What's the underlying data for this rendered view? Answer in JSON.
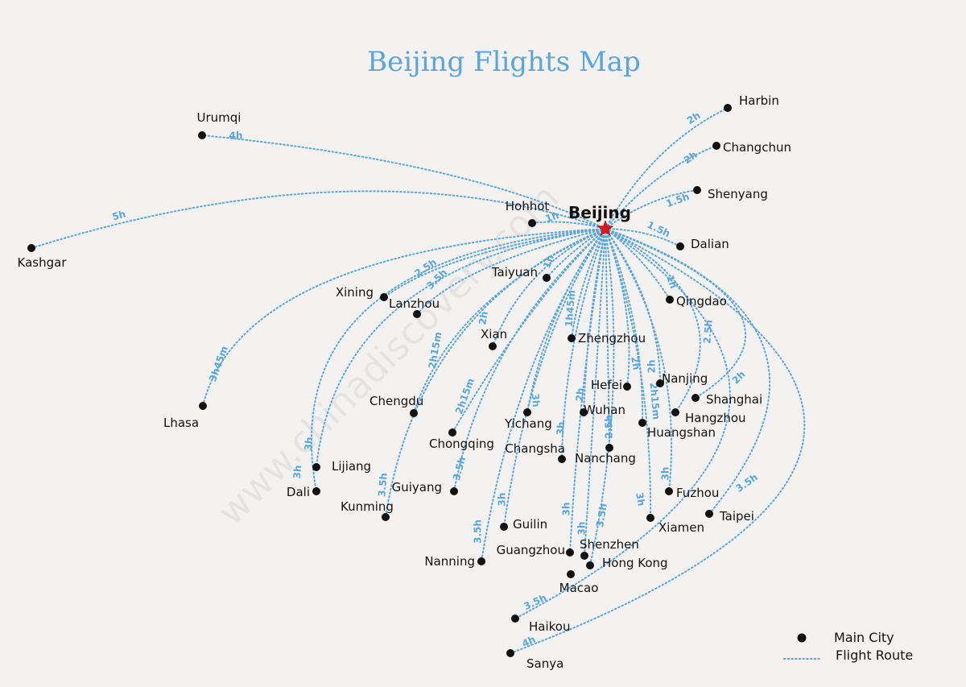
{
  "title": "Beijing Flights Map",
  "watermark": "www.chinadiscovery.com",
  "legend": {
    "main_city": "Main City",
    "flight_route": "Flight Route"
  },
  "colors": {
    "route": "#5aa6dc",
    "duration": "#5aa6dc",
    "city": "#111111",
    "hub": "#e1141c",
    "background": "#f3f2f0"
  },
  "hub": {
    "name": "Beijing",
    "icon": "red-star-icon"
  },
  "routes": [
    {
      "city": "Harbin",
      "duration": "2h"
    },
    {
      "city": "Changchun",
      "duration": "2h"
    },
    {
      "city": "Shenyang",
      "duration": "1.5h"
    },
    {
      "city": "Dalian",
      "duration": "1.5h"
    },
    {
      "city": "Qingdao",
      "duration": "1h"
    },
    {
      "city": "Shanghai",
      "duration": "2h"
    },
    {
      "city": "Hangzhou",
      "duration": "2.5h"
    },
    {
      "city": "Nanjing",
      "duration": "2h"
    },
    {
      "city": "Hefei",
      "duration": "2h"
    },
    {
      "city": "Huangshan",
      "duration": "2h15m"
    },
    {
      "city": "Zhengzhou",
      "duration": "1h45m"
    },
    {
      "city": "Wuhan",
      "duration": "2h"
    },
    {
      "city": "Nanchang",
      "duration": "2.5h"
    },
    {
      "city": "Changsha",
      "duration": "3h"
    },
    {
      "city": "Fuzhou",
      "duration": "3h"
    },
    {
      "city": "Xiamen",
      "duration": "3h"
    },
    {
      "city": "Taipei",
      "duration": "3.5h"
    },
    {
      "city": "Shenzhen",
      "duration": "3h"
    },
    {
      "city": "Hong Kong",
      "duration": "3.5h"
    },
    {
      "city": "Guangzhou",
      "duration": "3h"
    },
    {
      "city": "Macao",
      "duration": ""
    },
    {
      "city": "Guilin",
      "duration": "3h"
    },
    {
      "city": "Nanning",
      "duration": "3.5h"
    },
    {
      "city": "Haikou",
      "duration": "3.5h"
    },
    {
      "city": "Sanya",
      "duration": "4h"
    },
    {
      "city": "Yichang",
      "duration": "3h"
    },
    {
      "city": "Chongqing",
      "duration": "2h15m"
    },
    {
      "city": "Guiyang",
      "duration": "3.5h"
    },
    {
      "city": "Kunming",
      "duration": "3.5h"
    },
    {
      "city": "Chengdu",
      "duration": "2h15m"
    },
    {
      "city": "Xian",
      "duration": "2h"
    },
    {
      "city": "Taiyuan",
      "duration": "1h"
    },
    {
      "city": "Lanzhou",
      "duration": "3.5h"
    },
    {
      "city": "Xining",
      "duration": "2.5h"
    },
    {
      "city": "Lijiang",
      "duration": "3h"
    },
    {
      "city": "Dali",
      "duration": "3h"
    },
    {
      "city": "Lhasa",
      "duration": "3h45m"
    },
    {
      "city": "Kashgar",
      "duration": "5h"
    },
    {
      "city": "Urumqi",
      "duration": "4h"
    },
    {
      "city": "Hohhot",
      "duration": "1h"
    }
  ]
}
